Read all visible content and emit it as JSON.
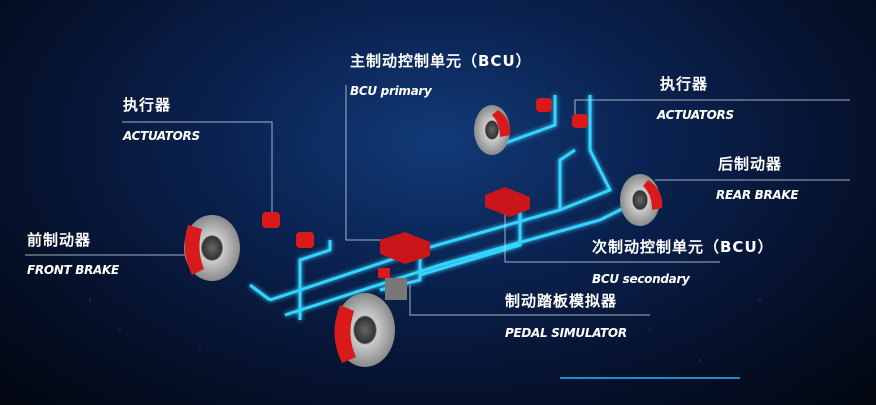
{
  "labels": {
    "bcu_primary": {
      "cn": "主制动控制单元（BCU）",
      "en": "BCU primary"
    },
    "actuators_left": {
      "cn": "执行器",
      "en": "ACTUATORS"
    },
    "actuators_right": {
      "cn": "执行器",
      "en": "ACTUATORS"
    },
    "rear_brake": {
      "cn": "后制动器",
      "en": "REAR BRAKE"
    },
    "front_brake": {
      "cn": "前制动器",
      "en": "FRONT BRAKE"
    },
    "bcu_secondary": {
      "cn": "次制动控制单元（BCU）",
      "en": "BCU secondary"
    },
    "pedal_simulator": {
      "cn": "制动踏板模拟器",
      "en": "PEDAL SIMULATOR"
    }
  },
  "colors": {
    "line_glow": "#35d4ff",
    "component_red": "#d81a1a",
    "leader": "#cfd6e0"
  }
}
